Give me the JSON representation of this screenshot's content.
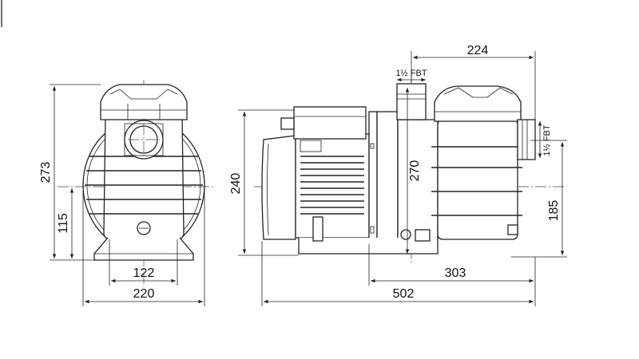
{
  "dimensions": {
    "width_front": "220",
    "base_width": "122",
    "height_total": "273",
    "height_axis": "115",
    "length_total": "502",
    "length_pump": "303",
    "height_side": "240",
    "height_inlet": "270",
    "height_outlet": "185",
    "length_outlet": "224",
    "thread_top": "1½ FBT",
    "thread_side": "1½ FBT"
  }
}
